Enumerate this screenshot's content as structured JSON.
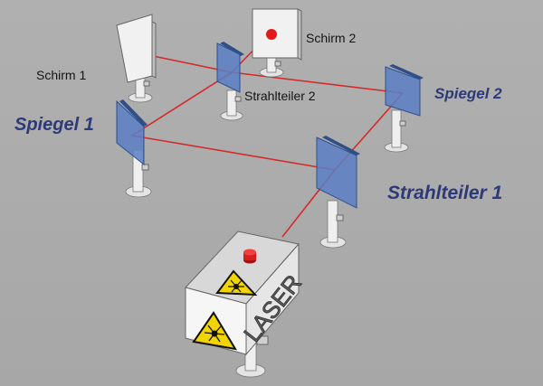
{
  "labels": {
    "schirm1": "Schirm 1",
    "schirm2": "Schirm 2",
    "strahlteiler2": "Strahlteiler 2",
    "spiegel1": "Spiegel 1",
    "spiegel2": "Spiegel 2",
    "strahlteiler1": "Strahlteiler 1",
    "laser": "LASER"
  },
  "colors": {
    "beam": "#d42a2a",
    "optic_blue": "#5a7fc4",
    "label_blue": "#2e3a78",
    "warning_yellow": "#f2d400",
    "background": "#a9a9a9"
  }
}
